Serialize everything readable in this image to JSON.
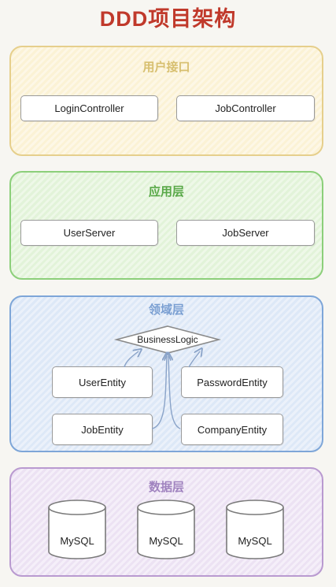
{
  "title": "DDD项目架构",
  "layers": {
    "ui": {
      "title": "用户接口",
      "items": [
        "LoginController",
        "JobController"
      ]
    },
    "app": {
      "title": "应用层",
      "items": [
        "UserServer",
        "JobServer"
      ]
    },
    "domain": {
      "title": "领域层",
      "core": "BusinessLogic",
      "entities": [
        "UserEntity",
        "PasswordEntity",
        "JobEntity",
        "CompanyEntity"
      ]
    },
    "data": {
      "title": "数据层",
      "databases": [
        "MySQL",
        "MySQL",
        "MySQL"
      ]
    }
  },
  "colors": {
    "title": "#c0392b",
    "ui_border": "#e6cf8c",
    "app_border": "#8ccf7a",
    "domain_border": "#7ea6d8",
    "data_border": "#b99ad0"
  }
}
